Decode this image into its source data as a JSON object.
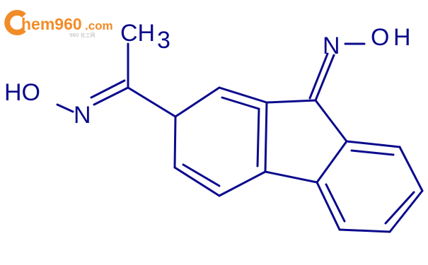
{
  "watermark": {
    "brand": "Chem960",
    "tld": ".com",
    "tagline": "960 化工网",
    "color": "#f28c28"
  },
  "molecule": {
    "labels": {
      "oh_top": "N ~ OH",
      "n_top": "N",
      "o_top": "O",
      "h_top": "H",
      "ho_left": "HO",
      "n_left": "N",
      "ch3": "CH",
      "ch3_sub": "3"
    },
    "bond_color": "#0b0a8c",
    "label_color": "#0b0a8c"
  }
}
